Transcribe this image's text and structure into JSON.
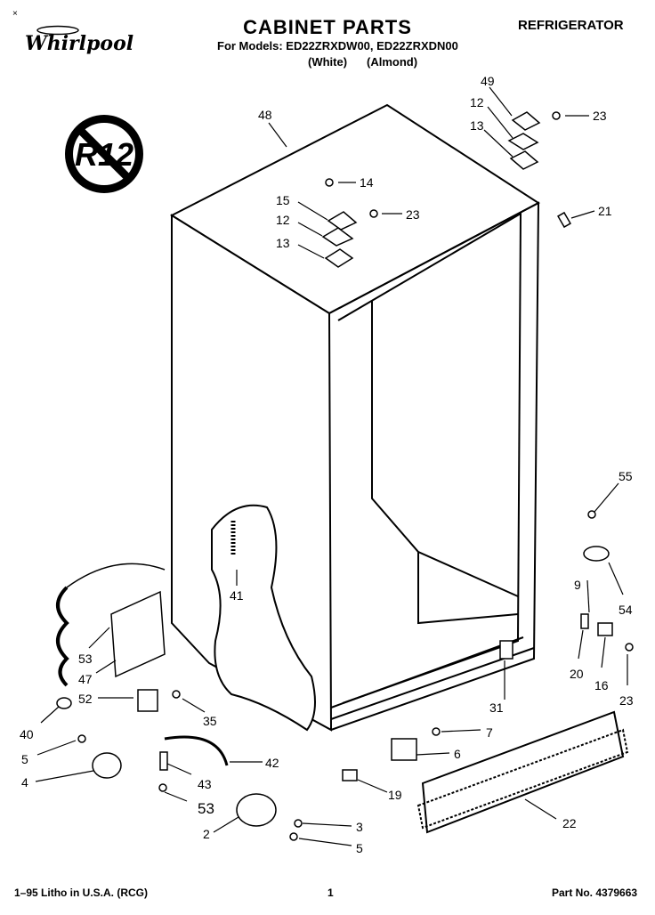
{
  "header": {
    "corner_mark": "×",
    "brand": "Whirlpool",
    "title": "CABINET PARTS",
    "models_line": "For Models: ED22ZRXDW00, ED22ZRXDN00",
    "variant_white": "(White)",
    "variant_almond": "(Almond)",
    "category": "REFRIGERATOR"
  },
  "badge": {
    "text": "R12"
  },
  "callouts": [
    "48",
    "49",
    "12",
    "13",
    "23",
    "14",
    "15",
    "12",
    "23",
    "13",
    "21",
    "55",
    "9",
    "54",
    "20",
    "16",
    "23",
    "41",
    "53",
    "47",
    "52",
    "35",
    "40",
    "5",
    "4",
    "43",
    "42",
    "53",
    "2",
    "3",
    "5",
    "19",
    "6",
    "7",
    "31",
    "22"
  ],
  "footer": {
    "left": "1–95 Litho in U.S.A. (RCG)",
    "page": "1",
    "part_no": "Part No. 4379663"
  }
}
